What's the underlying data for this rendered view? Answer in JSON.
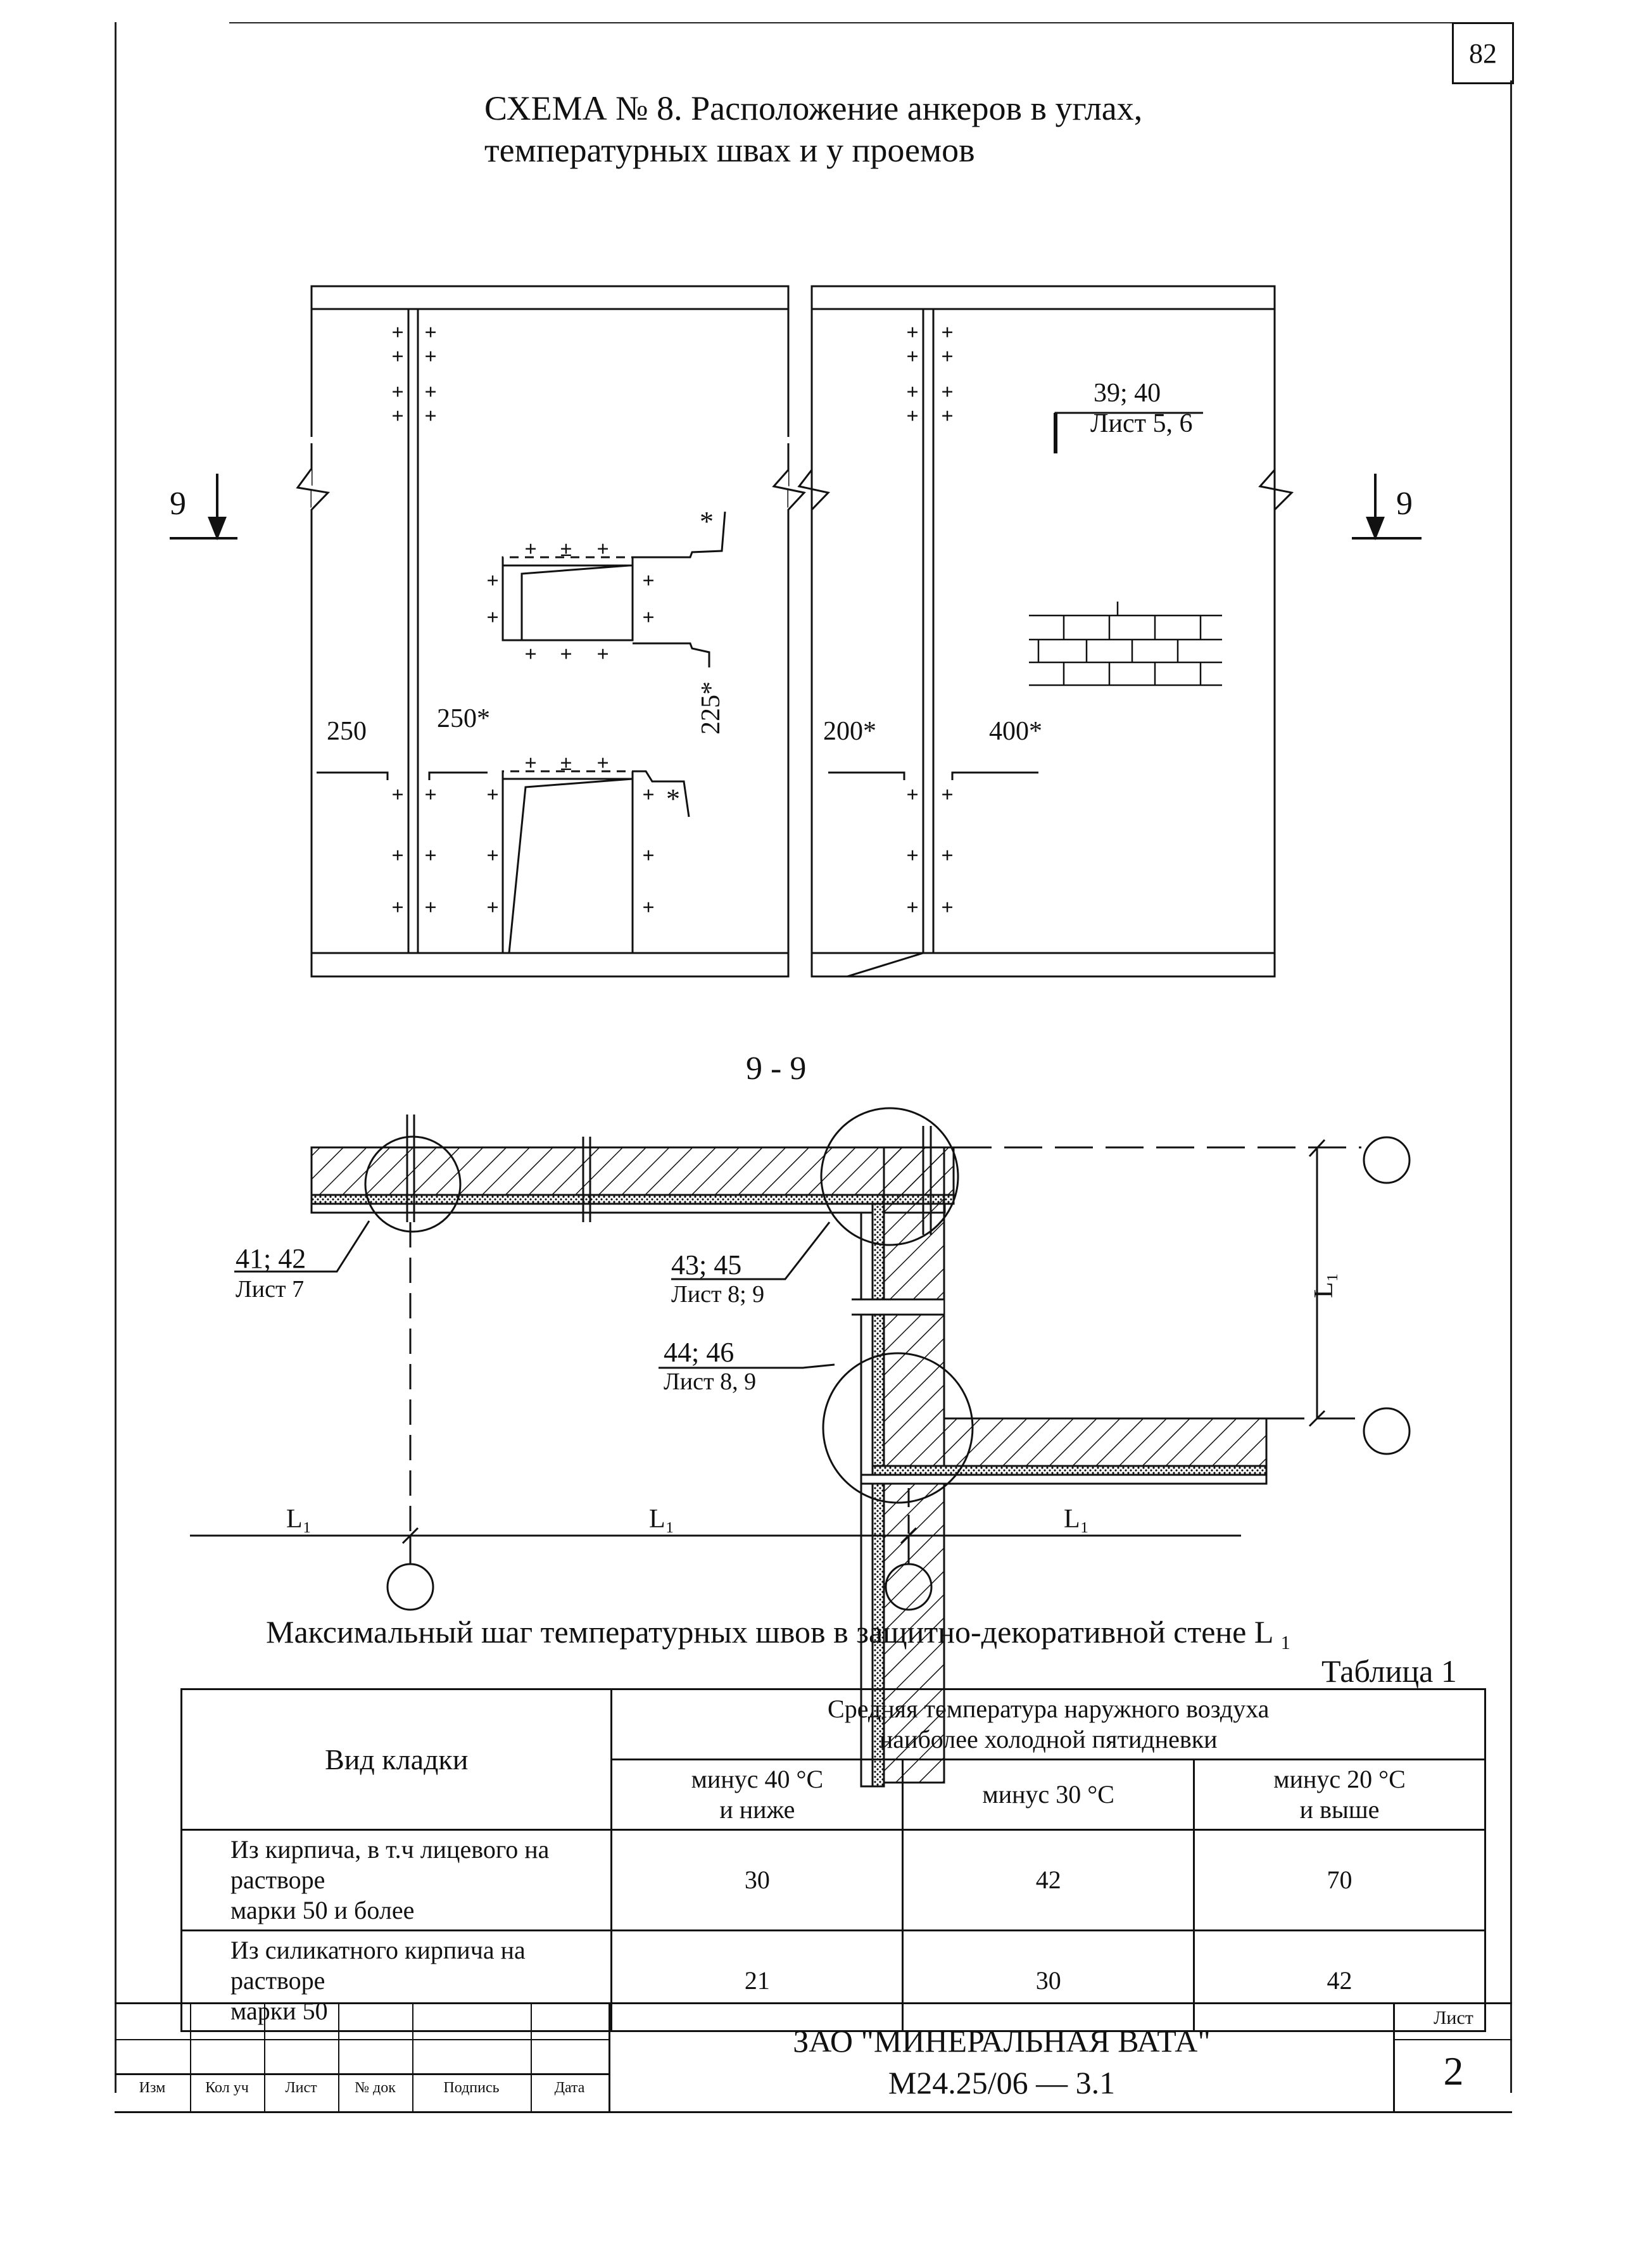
{
  "page_number": "82",
  "title": {
    "line1": "СХЕМА № 8. Расположение анкеров в углах,",
    "line2": "температурных швах и у проемов"
  },
  "plan": {
    "section_mark_left": "9",
    "section_mark_right": "9",
    "ref_39_40": "39; 40",
    "ref_39_40_sheet": "Лист 5, 6",
    "dim_250": "250",
    "dim_250_star": "250*",
    "dim_225_star": "225*",
    "dim_200_star": "200*",
    "dim_400_star": "400*",
    "star_note_upper": "*",
    "star_note_lower": "*"
  },
  "section": {
    "title": "9 - 9",
    "ref_41_42": "41; 42",
    "ref_41_42_sheet": "Лист 7",
    "ref_43_45": "43; 45",
    "ref_43_45_sheet": "Лист 8; 9",
    "ref_44_46": "44; 46",
    "ref_44_46_sheet": "Лист 8, 9",
    "dim_vertical": "L₁",
    "dim_left": "L₁",
    "dim_middle": "L₁",
    "dim_right": "L₁"
  },
  "table": {
    "caption": "Максимальный шаг температурных швов в защитно-декоративной стене L ₁",
    "label": "Таблица 1",
    "header_kind": "Вид кладки",
    "header_temp_line1": "Средняя температура наружного воздуха",
    "header_temp_line2": "наиболее холодной пятидневки",
    "col1_line1": "минус 40 °С",
    "col1_line2": "и ниже",
    "col2": "минус 30 °С",
    "col3_line1": "минус 20 °С",
    "col3_line2": "и выше",
    "rows": [
      {
        "kind_line1": "Из кирпича, в т.ч  лицевого на растворе",
        "kind_line2": "марки 50 и более",
        "v1": "30",
        "v2": "42",
        "v3": "70"
      },
      {
        "kind_line1": "Из силикатного кирпича на растворе",
        "kind_line2": "марки 50",
        "v1": "21",
        "v2": "30",
        "v3": "42"
      }
    ]
  },
  "title_block": {
    "sig_izm": "Изм",
    "sig_kol_uch": "Кол уч",
    "sig_list": "Лист",
    "sig_n_dok": "№ док",
    "sig_podpis": "Подпись",
    "sig_data": "Дата",
    "company": "ЗАО \"МИНЕРАЛЬНАЯ ВАТА\"",
    "doc_code": "М24.25/06  —  3.1",
    "sheet_label": "Лист",
    "sheet_value": "2"
  }
}
